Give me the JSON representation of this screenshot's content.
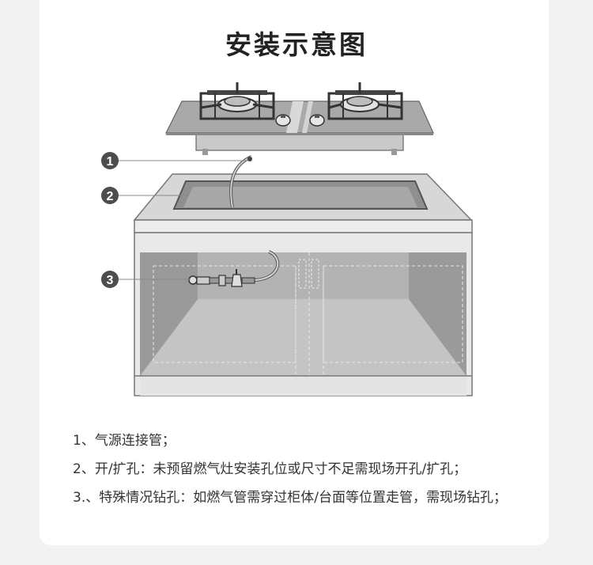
{
  "title": "安装示意图",
  "callouts": [
    "1",
    "2",
    "3"
  ],
  "notes": [
    "1、气源连接管；",
    "2、开/扩孔：未预留燃气灶安装孔位或尺寸不足需现场开孔/扩孔；",
    "3.、特殊情况钻孔：如燃气管需穿过柜体/台面等位置走管，需现场钻孔；"
  ],
  "colors": {
    "background": "#f2f2f2",
    "card": "#ffffff",
    "stove_panel": "#a9a9a9",
    "cabinet_inner": "#9c9c9c",
    "callout": "#4d4d4d"
  }
}
